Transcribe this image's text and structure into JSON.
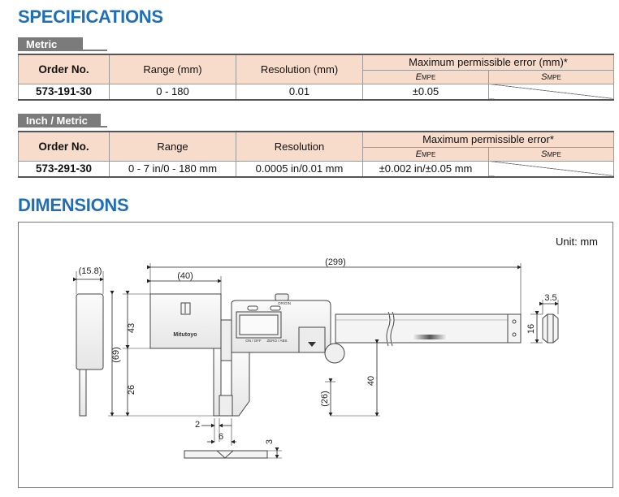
{
  "specifications": {
    "heading": "SPECIFICATIONS",
    "metric": {
      "tab": "Metric",
      "headers": {
        "order_no": "Order No.",
        "range": "Range (mm)",
        "resolution": "Resolution (mm)",
        "mpe": "Maximum permissible error (mm)*",
        "empe_main": "E",
        "empe_sub": "MPE",
        "smpe_main": "S",
        "smpe_sub": "MPE"
      },
      "row": {
        "order_no": "573-191-30",
        "range": "0 - 180",
        "resolution": "0.01",
        "empe": "±0.05",
        "smpe": ""
      }
    },
    "inch_metric": {
      "tab": "Inch / Metric",
      "headers": {
        "order_no": "Order No.",
        "range": "Range",
        "resolution": "Resolution",
        "mpe": "Maximum permissible error*",
        "empe_main": "E",
        "empe_sub": "MPE",
        "smpe_main": "S",
        "smpe_sub": "MPE"
      },
      "row": {
        "order_no": "573-291-30",
        "range": "0 - 7 in/0 - 180 mm",
        "resolution": "0.0005 in/0.01 mm",
        "empe": "±0.002 in/±0.05 mm",
        "smpe": ""
      }
    }
  },
  "dimensions": {
    "heading": "DIMENSIONS",
    "unit": "Unit: mm",
    "labels": {
      "d_15_8": "(15.8)",
      "d_40": "(40)",
      "d_299": "(299)",
      "d_69": "(69)",
      "d_43": "43",
      "d_26": "26",
      "d_26p": "(26)",
      "d_40v": "40",
      "d_3_5": "3.5",
      "d_16": "16",
      "d_2": "2",
      "d_6": "6",
      "d_3": "3",
      "brand": "Mitutoyo",
      "origin": "ORIGIN",
      "on_off": "ON / OFF",
      "zero_abs": "ZERO / ABS"
    }
  }
}
